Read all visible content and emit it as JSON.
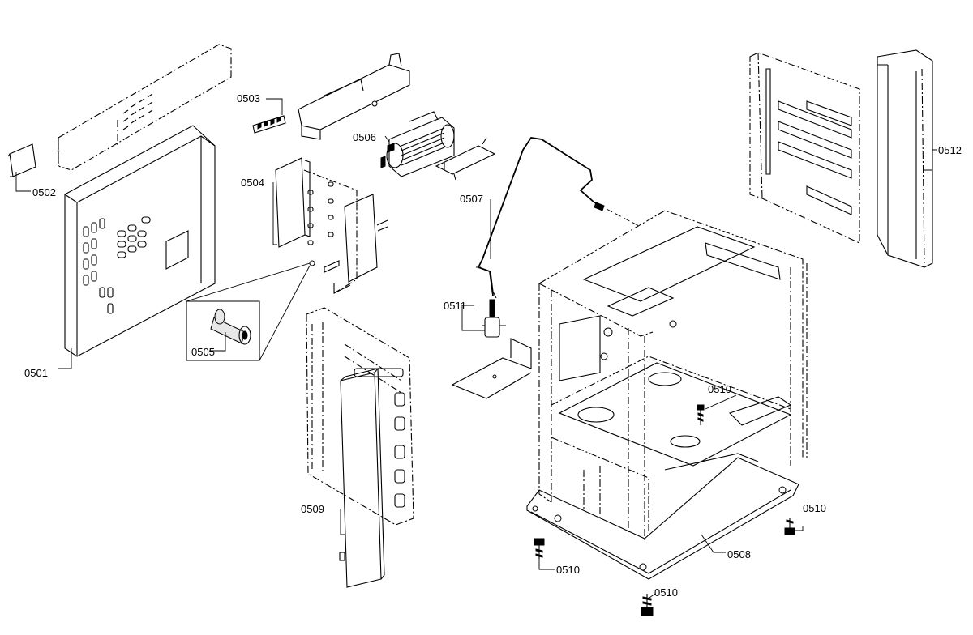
{
  "diagram": {
    "type": "exploded-parts-diagram",
    "parts": [
      {
        "id": "p0501",
        "label": "0501"
      },
      {
        "id": "p0502",
        "label": "0502"
      },
      {
        "id": "p0503",
        "label": "0503"
      },
      {
        "id": "p0504",
        "label": "0504"
      },
      {
        "id": "p0505",
        "label": "0505"
      },
      {
        "id": "p0506",
        "label": "0506"
      },
      {
        "id": "p0507",
        "label": "0507"
      },
      {
        "id": "p0508",
        "label": "0508"
      },
      {
        "id": "p0509",
        "label": "0509"
      },
      {
        "id": "p0510a",
        "label": "0510"
      },
      {
        "id": "p0510b",
        "label": "0510"
      },
      {
        "id": "p0510c",
        "label": "0510"
      },
      {
        "id": "p0510d",
        "label": "0510"
      },
      {
        "id": "p0511",
        "label": "0511"
      },
      {
        "id": "p0512",
        "label": "0512"
      }
    ]
  }
}
